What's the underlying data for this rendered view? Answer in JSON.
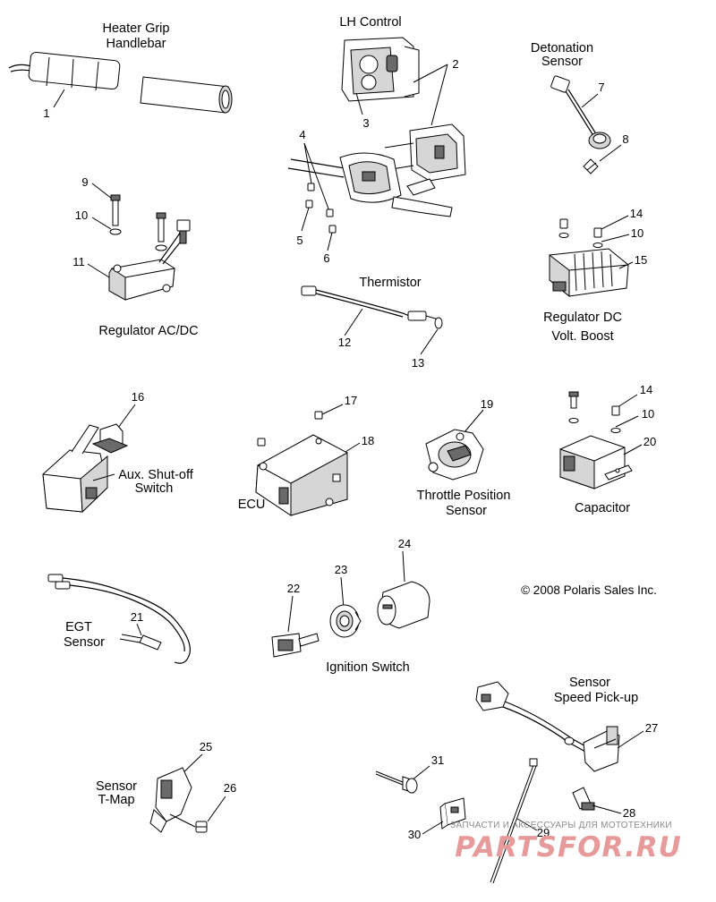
{
  "labels": {
    "heater_grip": [
      "Heater Grip",
      "Handlebar"
    ],
    "lh_control": "LH Control",
    "detonation_sensor": [
      "Detonation",
      "Sensor"
    ],
    "regulator_acdc": "Regulator AC/DC",
    "thermistor": "Thermistor",
    "regulator_dc": [
      "Regulator DC",
      "Volt. Boost"
    ],
    "aux_shutoff": [
      "Aux. Shut-off",
      "Switch"
    ],
    "ecu": "ECU",
    "tps": [
      "Throttle Position",
      "Sensor"
    ],
    "capacitor": "Capacitor",
    "copyright": "© 2008 Polaris Sales Inc.",
    "egt_sensor": [
      "EGT",
      "Sensor"
    ],
    "ignition_switch": "Ignition Switch",
    "speed_pickup": [
      "Sensor",
      "Speed Pick-up"
    ],
    "tmap": [
      "Sensor",
      "T-Map"
    ]
  },
  "callouts": {
    "c1": "1",
    "c2": "2",
    "c3": "3",
    "c4": "4",
    "c5": "5",
    "c6": "6",
    "c7": "7",
    "c8": "8",
    "c9": "9",
    "c10a": "10",
    "c11": "11",
    "c12": "12",
    "c13": "13",
    "c14a": "14",
    "c10b": "10",
    "c15": "15",
    "c16": "16",
    "c17": "17",
    "c18": "18",
    "c19": "19",
    "c14b": "14",
    "c10c": "10",
    "c20": "20",
    "c21": "21",
    "c22": "22",
    "c23": "23",
    "c24": "24",
    "c25": "25",
    "c26": "26",
    "c27": "27",
    "c28": "28",
    "c29": "29",
    "c30": "30",
    "c31": "31"
  },
  "watermark": {
    "text": "ЗАПЧАСТИ И АКСЕССУАРЫ ДЛЯ МОТОТЕХНИКИ",
    "logo": "PARTSFOR.RU"
  }
}
